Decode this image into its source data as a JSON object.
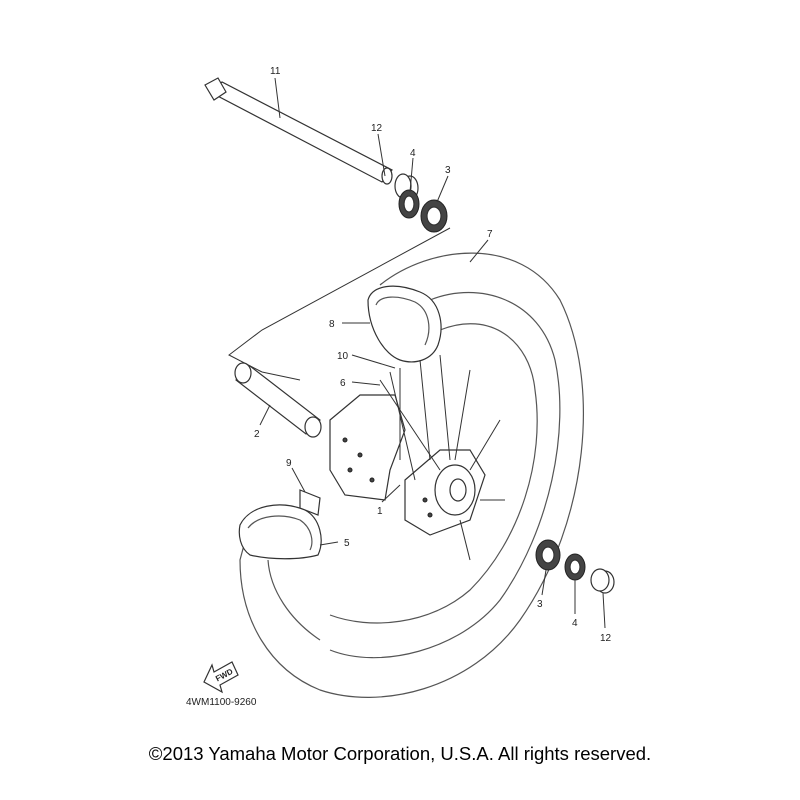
{
  "diagram": {
    "callouts": {
      "axle": "11",
      "collar_top": "12",
      "oil_seal_top": "4",
      "bearing_top": "3",
      "tire": "7",
      "tube": "8",
      "nipple": "10",
      "spoke": "6",
      "spacer": "2",
      "rim_band": "9",
      "hub": "1",
      "rim": "5",
      "bearing_bottom": "3",
      "oil_seal_bottom": "4",
      "collar_bottom": "12"
    },
    "fwd_label": "FWD",
    "diagram_code": "4WM1100-9260"
  },
  "footer": {
    "copyright": "©2013 Yamaha Motor Corporation, U.S.A. All rights reserved."
  }
}
